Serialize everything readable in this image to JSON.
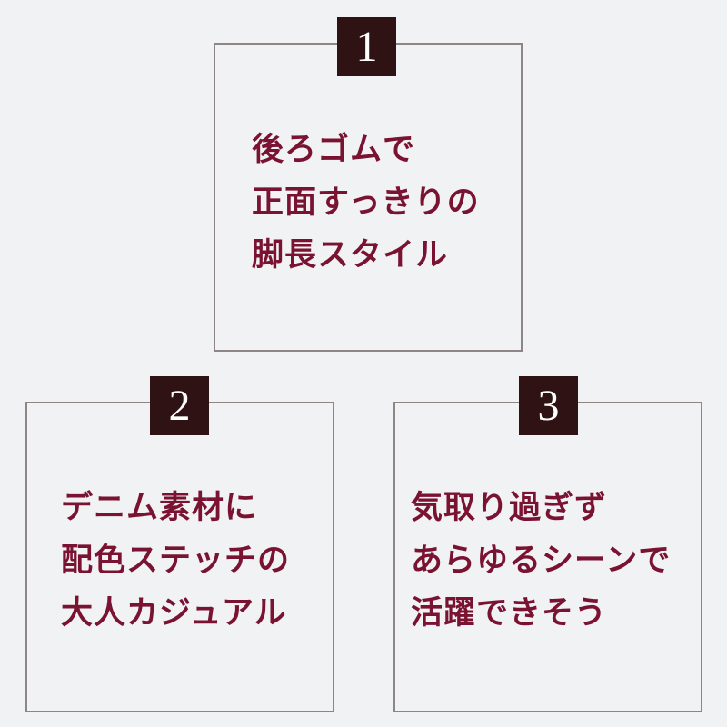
{
  "cards": [
    {
      "number": "1",
      "lines": [
        "後ろゴムで",
        "正面すっきりの",
        "脚長スタイル"
      ]
    },
    {
      "number": "2",
      "lines": [
        "デニム素材に",
        "配色ステッチの",
        "大人カジュアル"
      ]
    },
    {
      "number": "3",
      "lines": [
        "気取り過ぎず",
        "あらゆるシーンで",
        "活躍できそう"
      ]
    }
  ],
  "colors": {
    "background": "#f0f2f3",
    "border": "#8f8585",
    "badge": "#2f1213",
    "text": "#7a1231"
  }
}
